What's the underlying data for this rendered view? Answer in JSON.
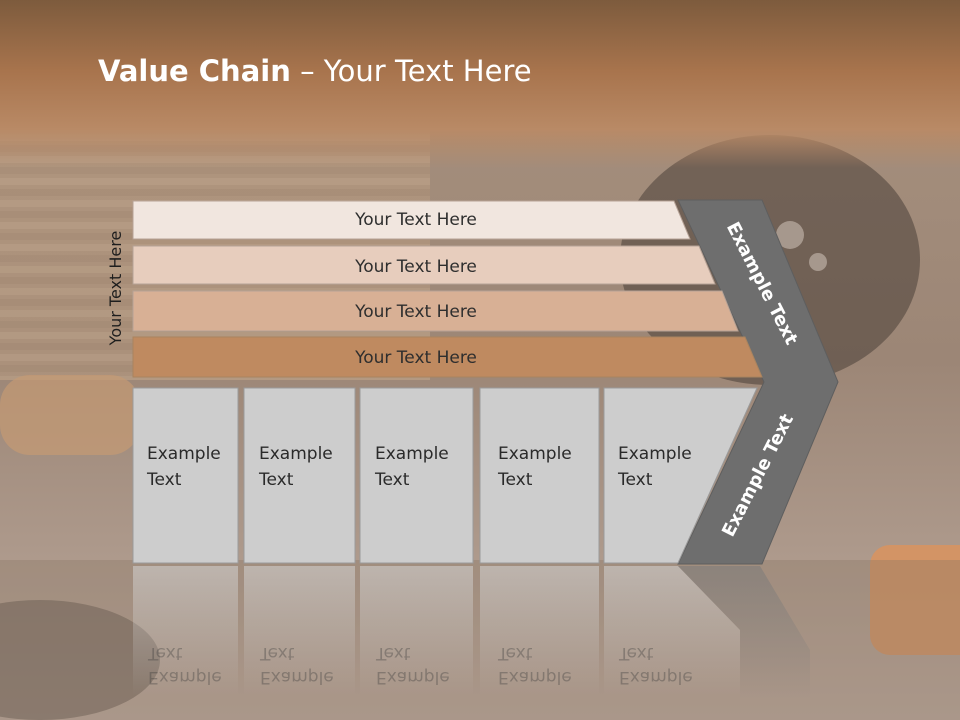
{
  "slide": {
    "title_bold": "Value Chain",
    "title_rest": "– Your Text Here",
    "side_label": "Your Text Here",
    "bars": [
      {
        "label": "Your Text Here",
        "color": "#f1e6df"
      },
      {
        "label": "Your Text Here",
        "color": "#e7cdbd"
      },
      {
        "label": "Your Text Here",
        "color": "#d8b095"
      },
      {
        "label": "Your Text Here",
        "color": "#bf8a60"
      }
    ],
    "boxes": [
      {
        "line1": "Example",
        "line2": "Text"
      },
      {
        "line1": "Example",
        "line2": "Text"
      },
      {
        "line1": "Example",
        "line2": "Text"
      },
      {
        "line1": "Example",
        "line2": "Text"
      },
      {
        "line1": "Example",
        "line2": "Text"
      }
    ],
    "chevron_top_text": "Example Text",
    "chevron_bottom_text": "Example Text",
    "chevron_color": "#6e6e6e",
    "box_color": "#cdcdcd"
  }
}
